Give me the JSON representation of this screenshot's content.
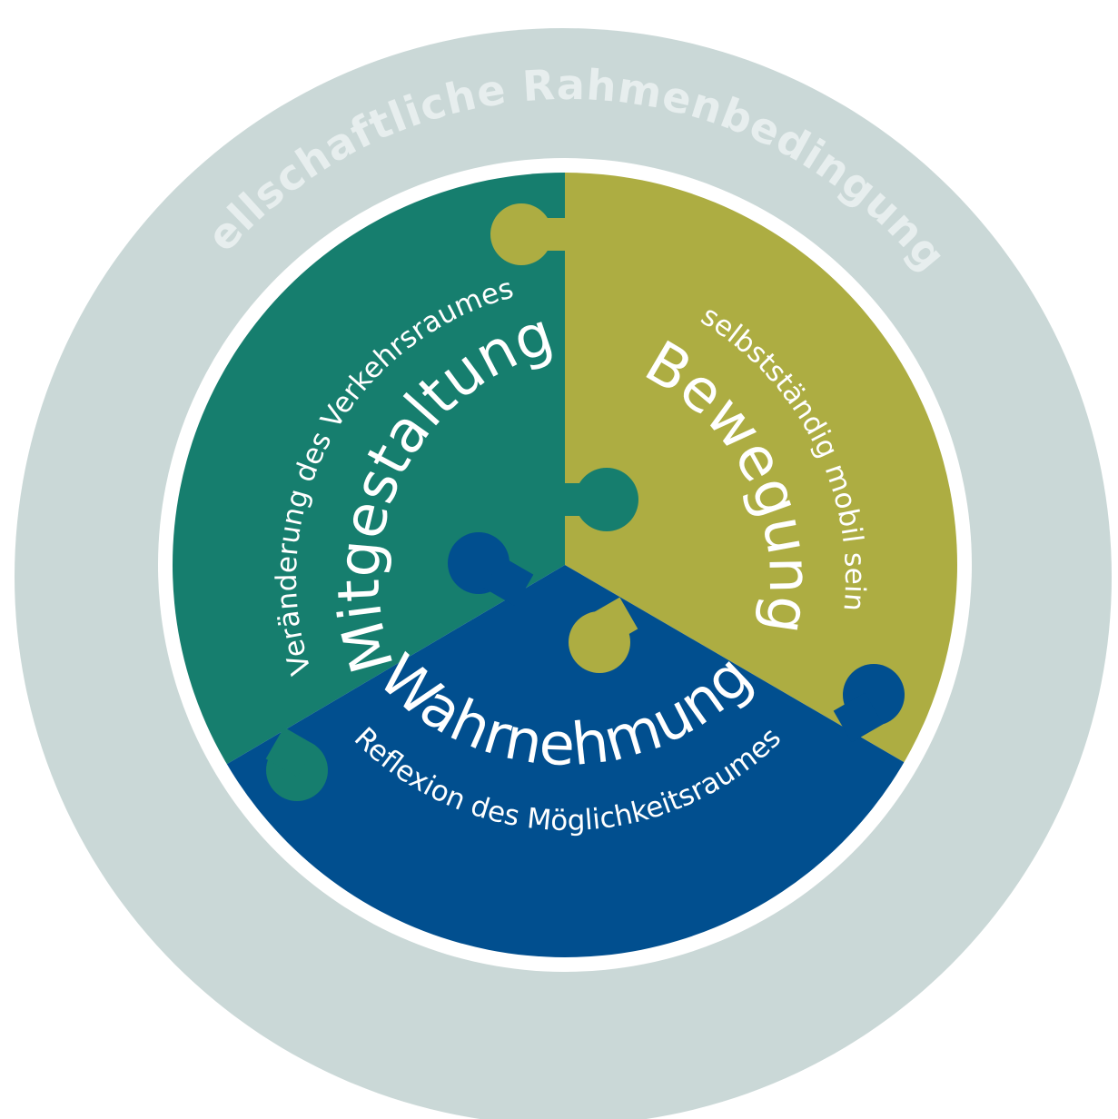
{
  "outer_ring": {
    "label": "gesellschaftliche Rahmenbedingungen",
    "color": "#cad8d7",
    "text_color": "#e7eeee"
  },
  "segments": [
    {
      "id": "mitgestaltung",
      "title": "Mitgestaltung",
      "subtitle": "Veränderung des Verkehrsraumes",
      "color": "#167e6e"
    },
    {
      "id": "bewegung",
      "title": "Bewegung",
      "subtitle": "selbstständig mobil sein",
      "color": "#adad42"
    },
    {
      "id": "wahrnehmung",
      "title": "Wahrnehmung",
      "subtitle": "Reflexion des Möglichkeitsraumes",
      "color": "#014f8f"
    }
  ]
}
